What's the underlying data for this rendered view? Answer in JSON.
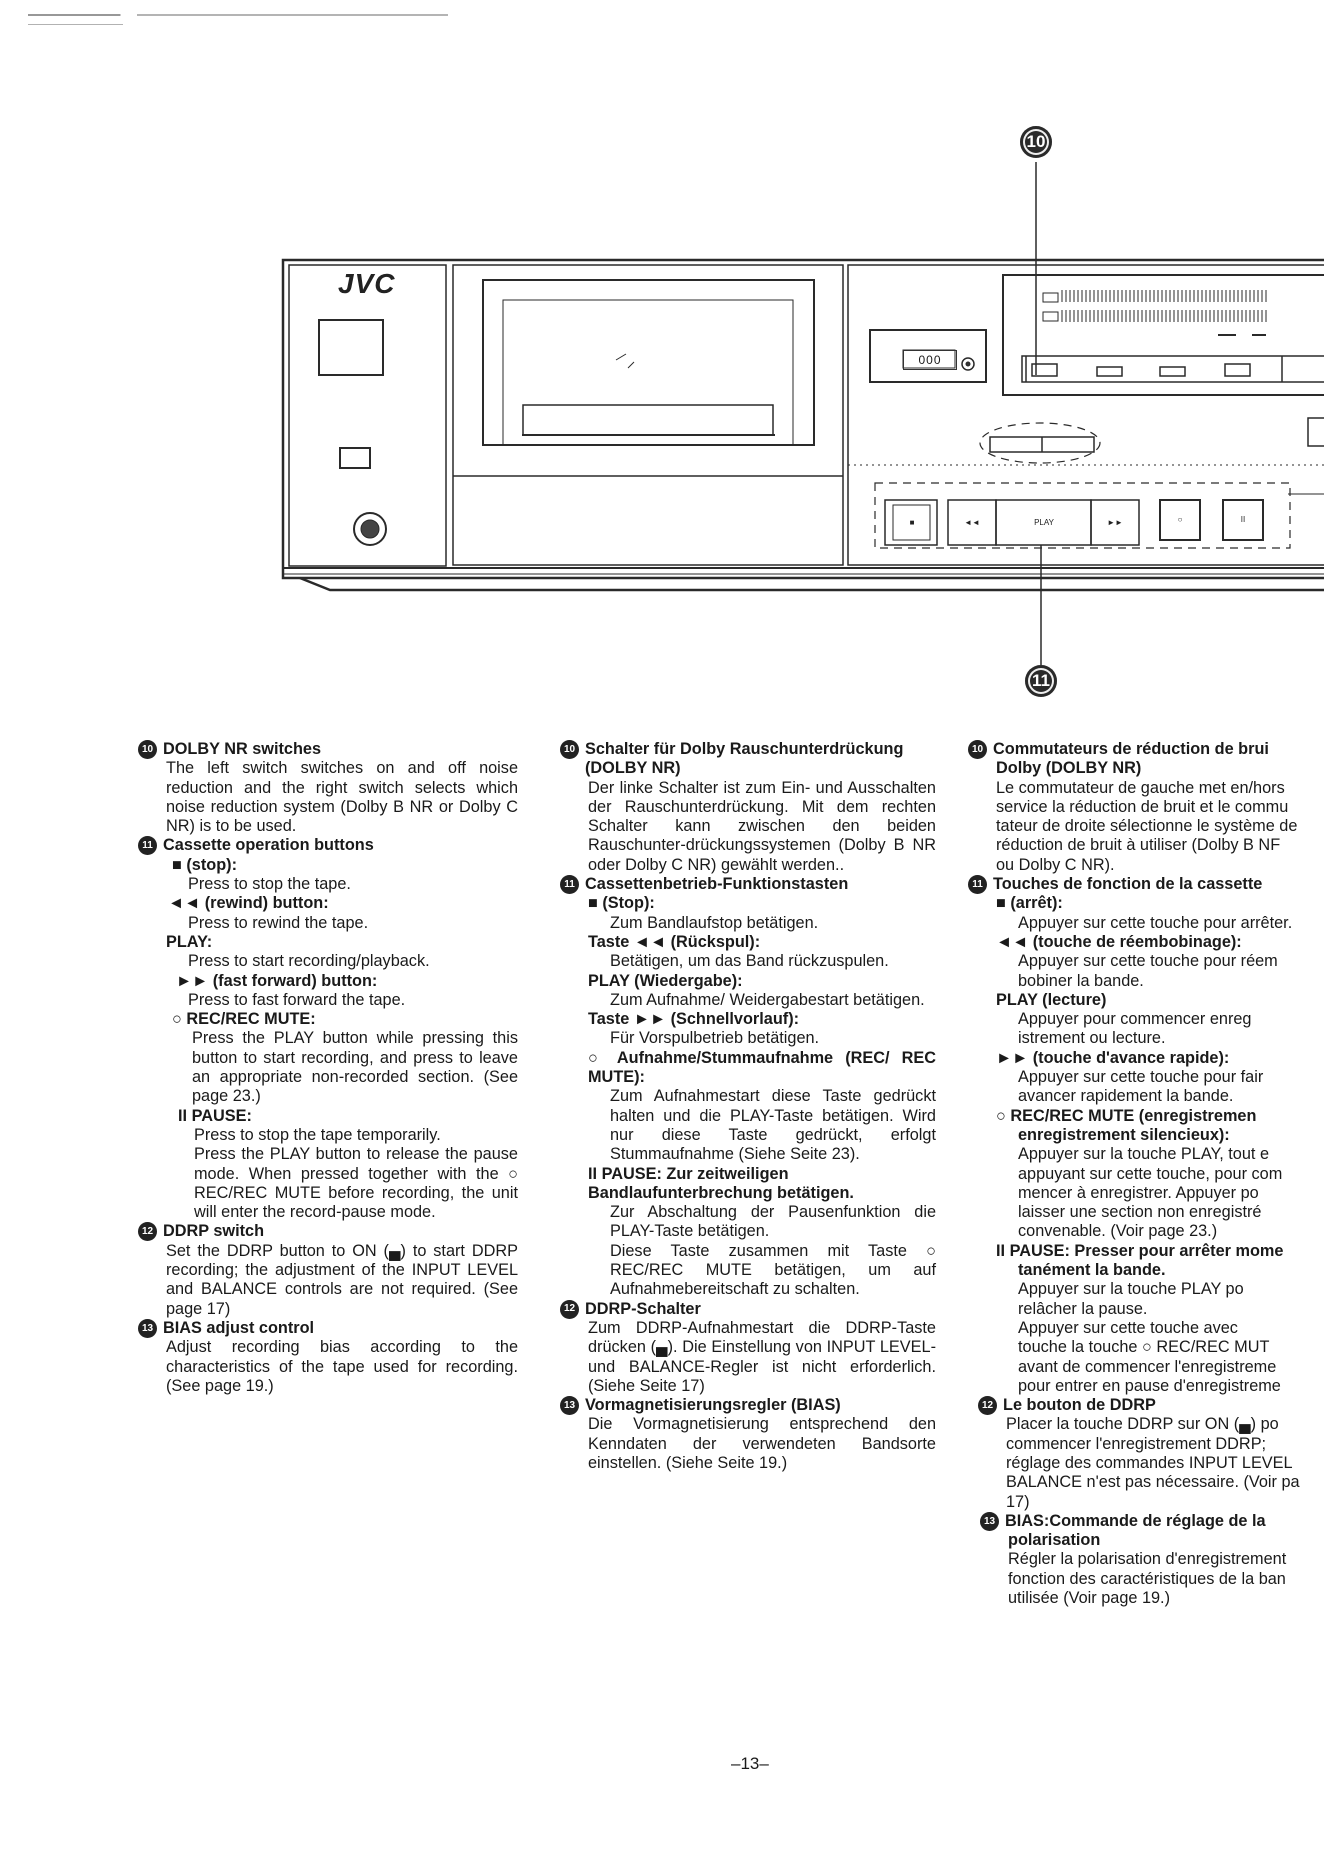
{
  "figure": {
    "brand": "JVC",
    "counter": "000",
    "callout_top": "10",
    "callout_bottom": "11",
    "keys": [
      "■",
      "◄◄",
      "PLAY",
      "►►",
      "○",
      "II"
    ]
  },
  "col1": {
    "s10_num": "10",
    "s10_title": "DOLBY NR switches",
    "s10_body": "The left switch switches on and off noise reduction and the right switch selects which noise reduction system (Dolby B NR or Dolby C NR) is to be used.",
    "s11_num": "11",
    "s11_title": "Cassette operation buttons",
    "stop_t": "■ (stop):",
    "stop_b": "Press to stop the tape.",
    "rew_t": "◄◄ (rewind) button:",
    "rew_b": "Press to rewind the tape.",
    "play_t": "PLAY:",
    "play_b": "Press to start recording/playback.",
    "ff_t": "►► (fast forward) button:",
    "ff_b": "Press to fast forward the tape.",
    "rec_t": "○ REC/REC MUTE:",
    "rec_b": "Press the PLAY button while pressing this button to start recording, and press to leave an appropriate non-recorded section. (See page 23.)",
    "pause_t": "II PAUSE:",
    "pause_b1": "Press to stop the tape temporarily.",
    "pause_b2": "Press the PLAY button to release the pause mode. When pressed together with the ○ REC/REC MUTE before recording, the unit will enter the record-pause mode.",
    "s12_num": "12",
    "s12_title": "DDRP switch",
    "s12_body": "Set the DDRP button to ON (▄) to start DDRP recording; the adjustment of the INPUT LEVEL and BALANCE controls are not required. (See page 17)",
    "s13_num": "13",
    "s13_title": "BIAS adjust control",
    "s13_body": "Adjust recording bias according to the characteristics of the tape used for recording. (See page 19.)"
  },
  "col2": {
    "s10_num": "10",
    "s10_title": "Schalter für Dolby Rauschunterdrückung (DOLBY NR)",
    "s10_body": "Der linke Schalter ist zum Ein- und Ausschalten der Rauschunterdrückung. Mit dem rechten Schalter kann zwischen den beiden Rauschunter-drückungssystemen (Dolby B NR oder Dolby C NR) gewählt werden..",
    "s11_num": "11",
    "s11_title": "Cassettenbetrieb-Funktionstasten",
    "stop_t": "■ (Stop):",
    "stop_b": "Zum Bandlaufstop betätigen.",
    "rew_t": "Taste ◄◄ (Rückspul):",
    "rew_b": "Betätigen, um das Band rückzuspulen.",
    "play_t": "PLAY (Wiedergabe):",
    "play_b": "Zum Aufnahme/ Weidergabestart betätigen.",
    "ff_t": "Taste ►► (Schnellvorlauf):",
    "ff_b": "Für Vorspulbetrieb betätigen.",
    "rec_t": "○ Aufnahme/Stummaufnahme (REC/ REC MUTE):",
    "rec_b": "Zum Aufnahmestart diese Taste gedrückt halten und die PLAY-Taste betätigen. Wird nur diese Taste gedrückt, erfolgt Stummaufnahme (Siehe Seite 23).",
    "pause_t": "II PAUSE: Zur zeitweiligen Bandlaufunterbrechung betätigen.",
    "pause_b1": "Zur Abschaltung der Pausenfunktion die PLAY-Taste betätigen.",
    "pause_b2": "Diese Taste zusammen mit Taste ○ REC/REC MUTE betätigen, um auf Aufnahmebereitschaft zu schalten.",
    "s12_num": "12",
    "s12_title": "DDRP-Schalter",
    "s12_body": "Zum DDRP-Aufnahmestart die DDRP-Taste drücken (▄). Die Einstellung von INPUT LEVEL-und BALANCE-Regler ist nicht erforderlich. (Siehe Seite 17)",
    "s13_num": "13",
    "s13_title": "Vormagnetisierungsregler (BIAS)",
    "s13_body": "Die Vormagnetisierung entsprechend den Kenndaten der verwendeten Bandsorte einstellen. (Siehe Seite 19.)"
  },
  "col3": {
    "s10_num": "10",
    "s10_title_l1": "Commutateurs de réduction de brui",
    "s10_title_l2": "Dolby (DOLBY NR)",
    "s10_lines": [
      "Le commutateur de gauche met en/hors",
      "service la réduction de bruit et le commu",
      "tateur de droite sélectionne le système de",
      "réduction de bruit à utiliser (Dolby B NF",
      "ou Dolby C NR)."
    ],
    "s11_num": "11",
    "s11_title": "Touches de fonction de la cassette",
    "stop_t": "■ (arrêt):",
    "stop_b": "Appuyer sur cette touche pour arrêter.",
    "rew_t": "◄◄ (touche de réembobinage):",
    "rew_lines": [
      "Appuyer sur cette touche pour réem",
      "bobiner la bande."
    ],
    "play_t": "PLAY (lecture)",
    "play_lines": [
      "Appuyer pour commencer enreg",
      "istrement ou lecture."
    ],
    "ff_t": "►► (touche d'avance rapide):",
    "ff_lines": [
      "Appuyer sur cette touche pour fair",
      "avancer rapidement la bande."
    ],
    "rec_t1": "○ REC/REC MUTE (enregistremen",
    "rec_t2": "enregistrement silencieux):",
    "rec_lines": [
      "Appuyer sur la touche PLAY, tout e",
      "appuyant sur cette touche, pour com",
      "mencer à enregistrer. Appuyer po",
      "laisser une section non enregistré",
      "convenable. (Voir page 23.)"
    ],
    "pause_t1": "II PAUSE: Presser pour arrêter mome",
    "pause_t2": "tanément la bande.",
    "pause_lines": [
      "Appuyer sur la touche PLAY po",
      "relâcher la pause.",
      "Appuyer sur cette touche avec",
      "touche la touche ○ REC/REC MUT",
      "avant de commencer l'enregistreme",
      "pour entrer en pause d'enregistreme"
    ],
    "s12_num": "12",
    "s12_title": "Le bouton de DDRP",
    "s12_lines": [
      "Placer la touche DDRP sur ON (▄) po",
      "commencer l'enregistrement DDRP;",
      "réglage des commandes INPUT LEVEL",
      "BALANCE n'est pas nécessaire. (Voir pa",
      "17)"
    ],
    "s13_num": "13",
    "s13_title_l1": "BIAS:Commande de réglage de la",
    "s13_title_l2": "polarisation",
    "s13_lines": [
      "Régler la polarisation d'enregistrement",
      "fonction des caractéristiques de la ban",
      "utilisée (Voir page 19.)"
    ]
  },
  "page_number": "–13–"
}
